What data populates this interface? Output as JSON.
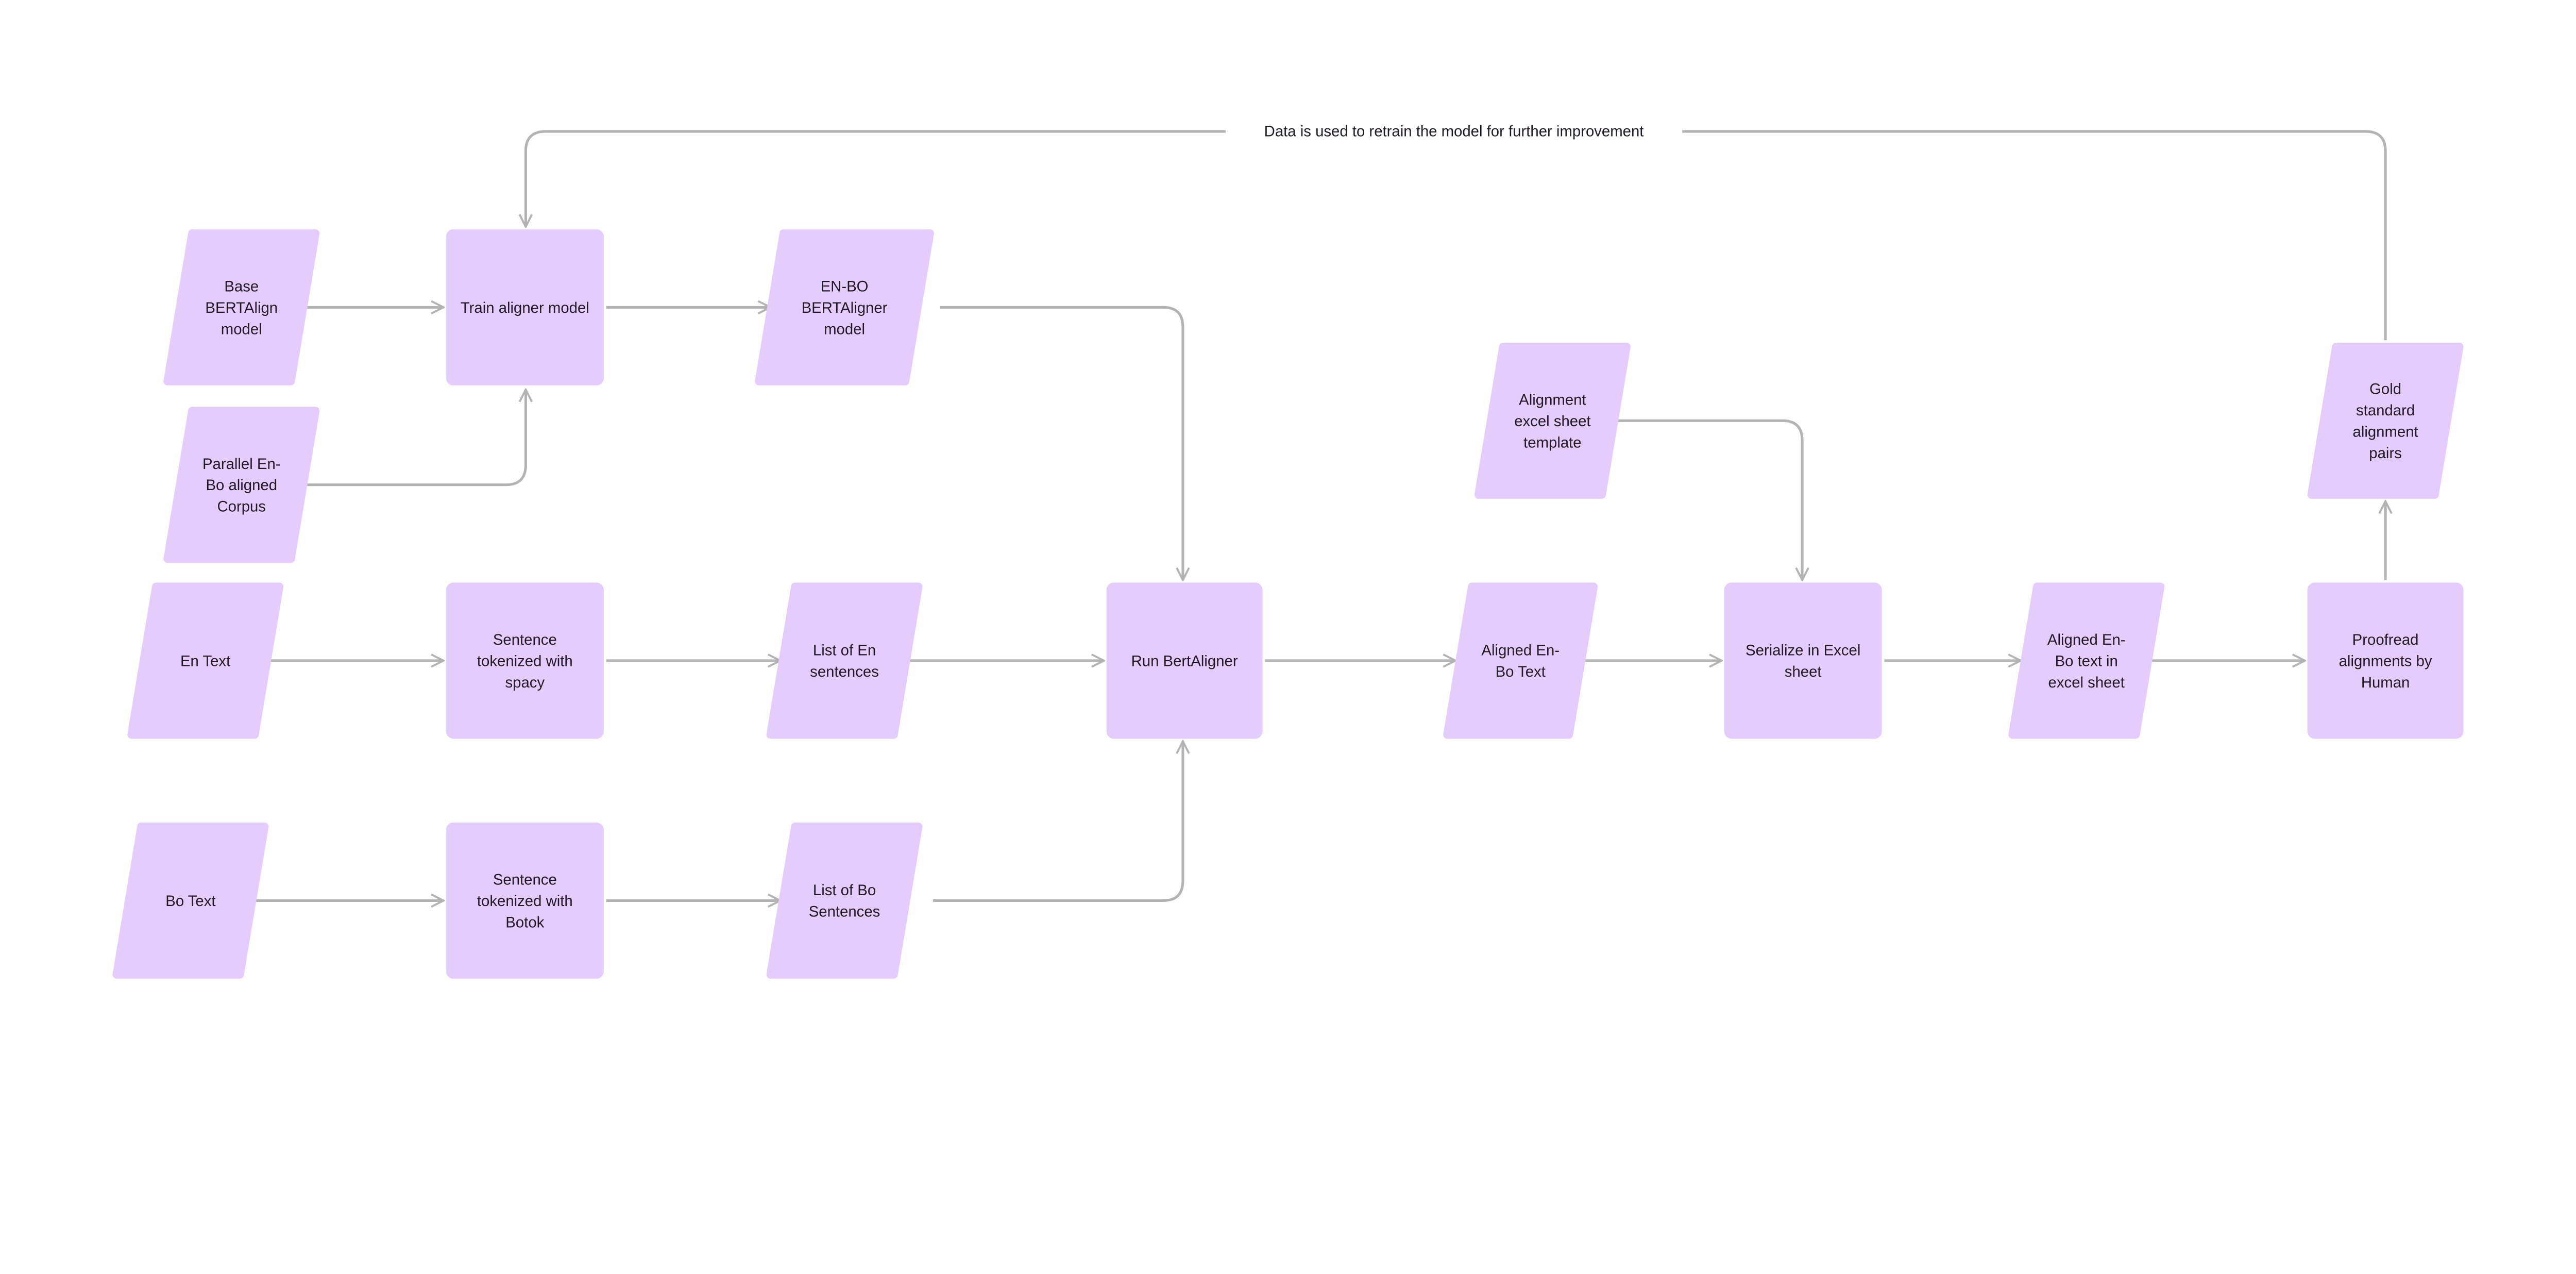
{
  "diagram": {
    "type": "flowchart",
    "colors": {
      "node_fill": "#E4CCFD",
      "edge": "#b3b3b3",
      "text": "#1f1a24"
    },
    "nodes": [
      {
        "id": "base",
        "shape": "data",
        "lines": [
          "Base",
          "BERTAlign",
          "model"
        ]
      },
      {
        "id": "parallel",
        "shape": "data",
        "lines": [
          "Parallel En-",
          "Bo aligned",
          "Corpus"
        ]
      },
      {
        "id": "train",
        "shape": "process",
        "lines": [
          "Train aligner model"
        ]
      },
      {
        "id": "enbo_model",
        "shape": "data",
        "lines": [
          "EN-BO",
          "BERTAligner",
          "model"
        ]
      },
      {
        "id": "en_text",
        "shape": "data",
        "lines": [
          "En Text"
        ]
      },
      {
        "id": "spacy",
        "shape": "process",
        "lines": [
          "Sentence",
          "tokenized with",
          "spacy"
        ]
      },
      {
        "id": "list_en",
        "shape": "data",
        "lines": [
          "List of En",
          "sentences"
        ]
      },
      {
        "id": "run",
        "shape": "process",
        "lines": [
          "Run BertAligner"
        ]
      },
      {
        "id": "aligned",
        "shape": "data",
        "lines": [
          "Aligned En-",
          "Bo Text"
        ]
      },
      {
        "id": "template",
        "shape": "data",
        "lines": [
          "Alignment",
          "excel sheet",
          "template"
        ]
      },
      {
        "id": "serialize",
        "shape": "process",
        "lines": [
          "Serialize in Excel",
          "sheet"
        ]
      },
      {
        "id": "aligned_excel",
        "shape": "data",
        "lines": [
          "Aligned En-",
          "Bo text in",
          "excel sheet"
        ]
      },
      {
        "id": "proofread",
        "shape": "process",
        "lines": [
          "Proofread",
          "alignments by",
          "Human"
        ]
      },
      {
        "id": "gold",
        "shape": "data",
        "lines": [
          "Gold",
          "standard",
          "alignment",
          "pairs"
        ]
      },
      {
        "id": "bo_text",
        "shape": "data",
        "lines": [
          "Bo Text"
        ]
      },
      {
        "id": "botok",
        "shape": "process",
        "lines": [
          "Sentence",
          "tokenized with",
          "Botok"
        ]
      },
      {
        "id": "list_bo",
        "shape": "data",
        "lines": [
          "List of Bo",
          "Sentences"
        ]
      }
    ],
    "edges": [
      {
        "from": "base",
        "to": "train"
      },
      {
        "from": "parallel",
        "to": "train"
      },
      {
        "from": "train",
        "to": "enbo_model"
      },
      {
        "from": "enbo_model",
        "to": "run"
      },
      {
        "from": "en_text",
        "to": "spacy"
      },
      {
        "from": "spacy",
        "to": "list_en"
      },
      {
        "from": "list_en",
        "to": "run"
      },
      {
        "from": "bo_text",
        "to": "botok"
      },
      {
        "from": "botok",
        "to": "list_bo"
      },
      {
        "from": "list_bo",
        "to": "run"
      },
      {
        "from": "run",
        "to": "aligned"
      },
      {
        "from": "aligned",
        "to": "serialize"
      },
      {
        "from": "template",
        "to": "serialize"
      },
      {
        "from": "serialize",
        "to": "aligned_excel"
      },
      {
        "from": "aligned_excel",
        "to": "proofread"
      },
      {
        "from": "proofread",
        "to": "gold"
      },
      {
        "from": "gold",
        "to": "train",
        "label": "Data is used to retrain the model for further improvement"
      }
    ]
  }
}
